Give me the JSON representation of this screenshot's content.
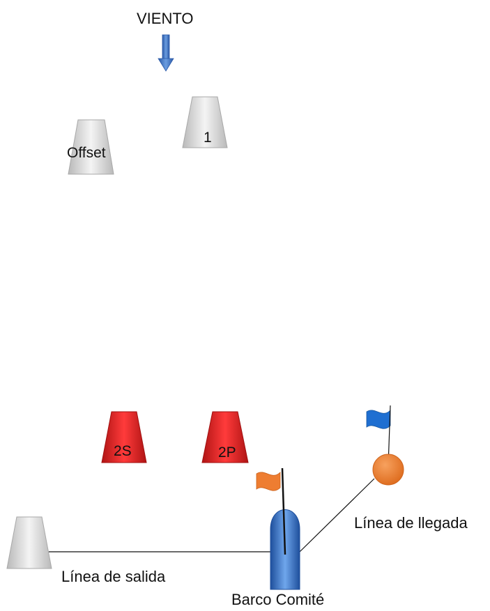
{
  "diagram": {
    "wind_label": "VIENTO",
    "marks": {
      "offset": "Offset",
      "one": "1",
      "two_s": "2S",
      "two_p": "2P",
      "start_pin": ""
    },
    "start_line_label": "Línea de salida",
    "finish_line_label": "Línea de llegada",
    "committee_boat_label": "Barco Comité"
  },
  "colors": {
    "wind_arrow": "#3a6fc4",
    "mark_white": "#e6e6e6",
    "mark_red": "#e32222",
    "committee_boat": "#3f7dd1",
    "finish_buoy": "#ee7d31",
    "orange_flag": "#ee7d31",
    "blue_flag": "#1f6fd1",
    "line": "#111111"
  },
  "icons": {
    "wind": "down-arrow-icon",
    "marks": "trapezoid-buoy-icon",
    "committee_boat": "boat-icon",
    "finish_buoy": "circle-buoy-icon",
    "flags": "flag-icon"
  }
}
